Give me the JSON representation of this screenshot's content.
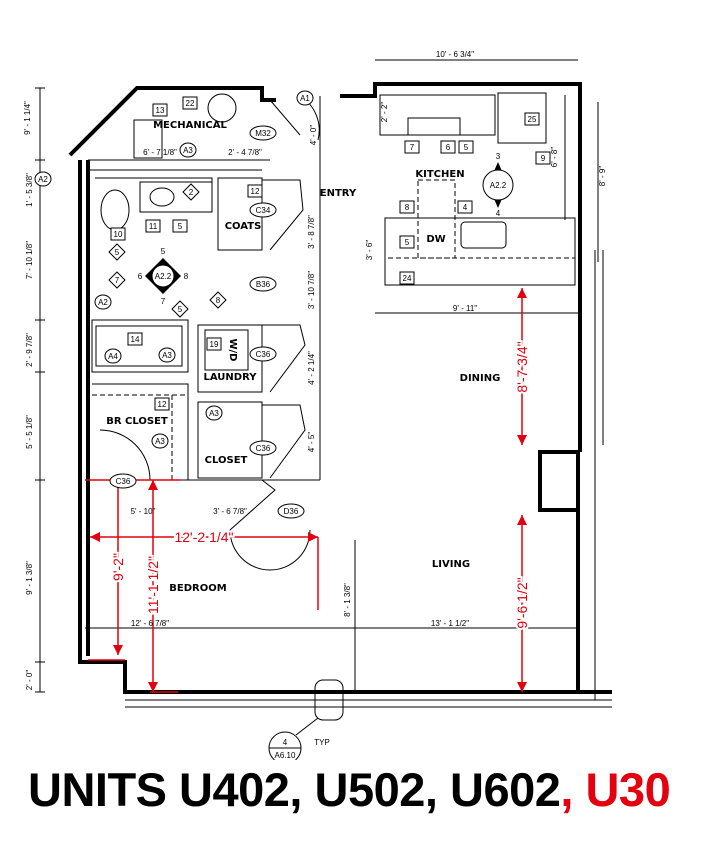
{
  "title": {
    "main": "UNITS U402, U502, U602",
    "red_suffix": ", U30"
  },
  "colors": {
    "linework": "#000000",
    "markup_red": "#e3000f",
    "background": "#ffffff"
  },
  "rooms": {
    "mechanical": "MECHANICAL",
    "entry": "ENTRY",
    "kitchen": "KITCHEN",
    "coats": "COATS",
    "dining": "DINING",
    "laundry": "LAUNDRY",
    "br_closet": "BR CLOSET",
    "closet": "CLOSET",
    "bedroom": "BEDROOM",
    "living": "LIVING",
    "dw": "DW",
    "wd": "W/D"
  },
  "dimensions": [
    "10' - 6 3/4\"",
    "9' - 1 1/4\"",
    "1' - 5 3/8\"",
    "7' - 10 1/8\"",
    "2' - 9 7/8\"",
    "5' - 5 1/8\"",
    "9' - 1 3/8\"",
    "2' - 0\"",
    "6' - 7 1/8\"",
    "2' - 4 7/8\"",
    "4' - 0\"",
    "3' - 8 7/8\"",
    "3' - 10 7/8\"",
    "4' - 2 1/4\"",
    "4' - 5\"",
    "5' - 10\"",
    "3' - 6 7/8\"",
    "12' - 6 7/8\"",
    "13' - 1 1/2\"",
    "8' - 1 3/8\"",
    "9' - 11\"",
    "3' - 6\"",
    "2' - 2\"",
    "6' - 8\"",
    "8' - 9\""
  ],
  "keynote_tags": [
    "13",
    "22",
    "10",
    "11",
    "5",
    "12",
    "7",
    "6",
    "5",
    "25",
    "9",
    "8",
    "4",
    "5",
    "24",
    "14",
    "19",
    "12"
  ],
  "diamond_tags": [
    "2",
    "5",
    "7",
    "5",
    "8"
  ],
  "oval_tags": [
    "A1",
    "M32",
    "A3",
    "A2",
    "A2",
    "C34",
    "B36",
    "A4",
    "A3",
    "C36",
    "A3",
    "A3",
    "C36",
    "C36",
    "D36"
  ],
  "elevation_markers": [
    {
      "label": "A2.2",
      "top": "5",
      "bottom": "7",
      "left": "6",
      "right": "8"
    },
    {
      "label": "A2.2",
      "top": "3",
      "bottom": "4"
    }
  ],
  "section_marker": {
    "number": "4",
    "sheet": "A6.10",
    "note": "TYP"
  },
  "red_dimensions": [
    "12'-2 1/4\"",
    "9'-2\"",
    "11'-1 1/2\"",
    "8'-7 3/4\"",
    "9'-6 1/2\""
  ]
}
